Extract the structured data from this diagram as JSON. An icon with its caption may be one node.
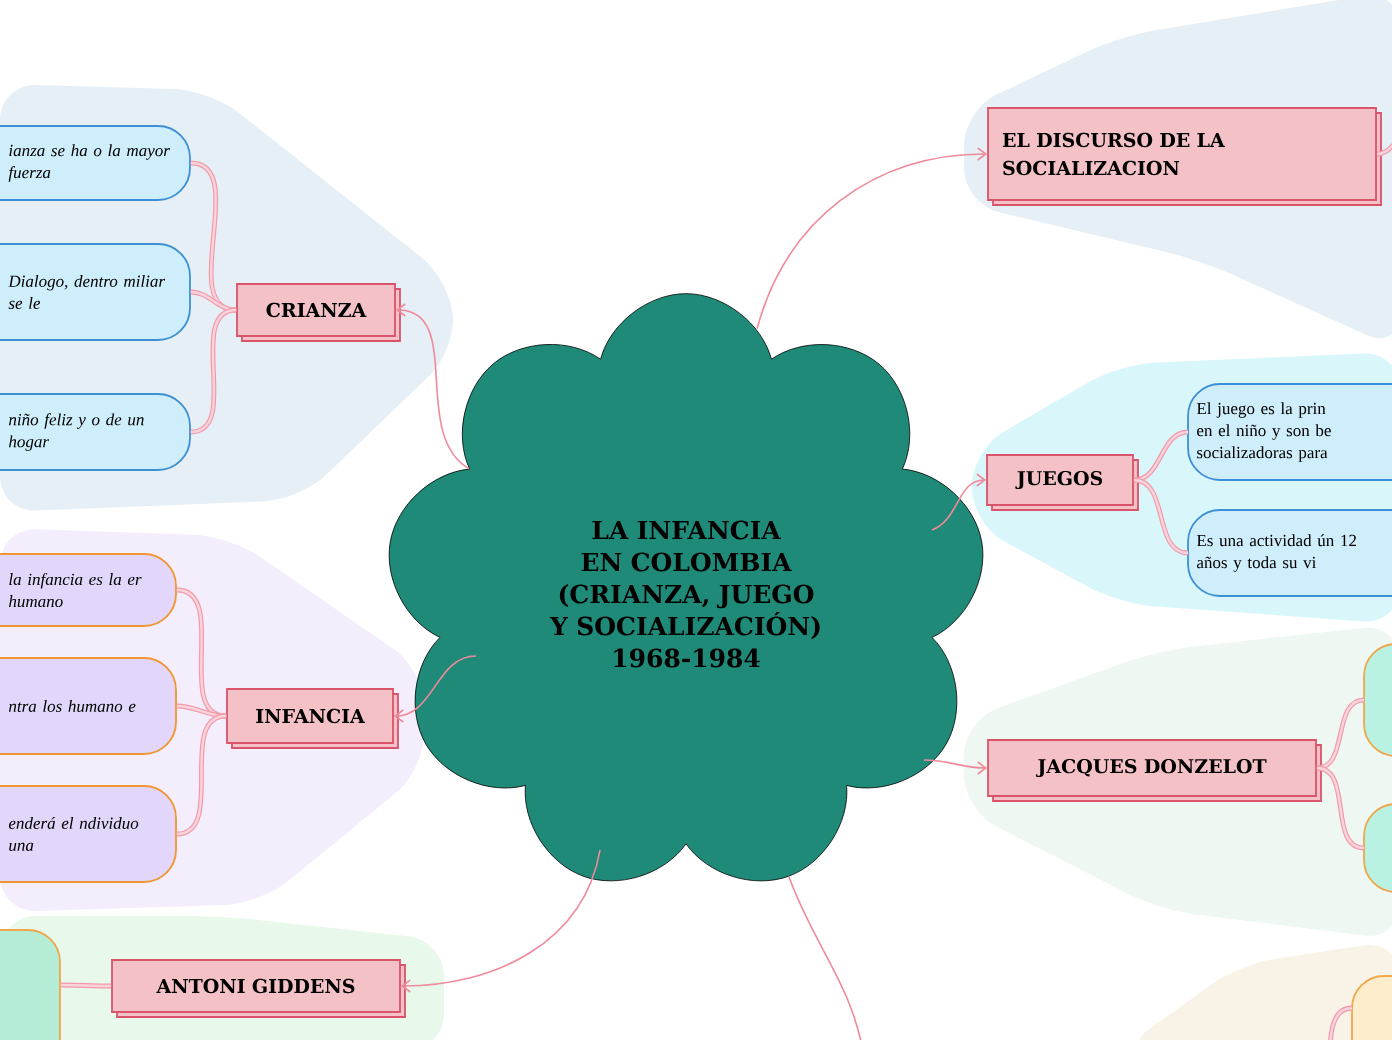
{
  "diagram": {
    "nodes": [
      {
        "text": [
          "LA INFANCIA EN COLOMBIA (CRIANZA, JUEGO Y SOCIALIZACIÓN) 1968-1984"
        ]
      },
      {
        "text": [
          "CRIANZA"
        ]
      },
      {
        "text": [
          "ianza se ha o la mayor fuerza"
        ]
      },
      {
        "text": [
          "Dialogo, dentro miliar se le"
        ]
      },
      {
        "text": [
          "niño feliz y o de un hogar"
        ]
      },
      {
        "text": [
          "INFANCIA"
        ]
      },
      {
        "text": [
          "la infancia es la er humano"
        ]
      },
      {
        "text": [
          "ntra los humano e"
        ]
      },
      {
        "text": [
          "enderá el ndividuo una"
        ]
      },
      {
        "text": [
          "ANTONI GIDDENS"
        ]
      },
      {
        "text": [],
        "shape": "box"
      },
      {
        "text": [
          "EL DISCURSO DE LA SOCIALIZACION"
        ]
      },
      {
        "text": [
          "JUEGOS"
        ]
      },
      {
        "text": [
          "El juego es la prin en el niño y son be socializadoras para"
        ]
      },
      {
        "text": [
          "Es una actividad ún 12 años y toda su vi"
        ]
      },
      {
        "text": [
          "JACQUES DONZELOT"
        ]
      },
      {
        "text": [],
        "shape": "box"
      },
      {
        "text": [],
        "shape": "box"
      },
      {
        "text": [],
        "shape": "box"
      }
    ],
    "edges": [
      {
        "from": 0,
        "to": 1,
        "arrow": "to"
      },
      {
        "from": 0,
        "to": 5,
        "arrow": "to"
      },
      {
        "from": 0,
        "to": 9,
        "arrow": "to"
      },
      {
        "from": 0,
        "to": 11,
        "arrow": "to"
      },
      {
        "from": 0,
        "to": 12,
        "arrow": "to"
      },
      {
        "from": 0,
        "to": 15,
        "arrow": "to"
      },
      {
        "from": 0,
        "to": null,
        "arrow": "none"
      },
      {
        "from": 1,
        "to": 2,
        "arrow": "none"
      },
      {
        "from": 1,
        "to": 3,
        "arrow": "none"
      },
      {
        "from": 1,
        "to": 4,
        "arrow": "none"
      },
      {
        "from": 5,
        "to": 6,
        "arrow": "none"
      },
      {
        "from": 5,
        "to": 7,
        "arrow": "none"
      },
      {
        "from": 5,
        "to": 8,
        "arrow": "none"
      },
      {
        "from": 9,
        "to": 10,
        "arrow": "none"
      },
      {
        "from": 11,
        "to": null,
        "arrow": "none"
      },
      {
        "from": 12,
        "to": 13,
        "arrow": "none"
      },
      {
        "from": 12,
        "to": 14,
        "arrow": "none"
      },
      {
        "from": 15,
        "to": 16,
        "arrow": "none"
      },
      {
        "from": 15,
        "to": 17,
        "arrow": "none"
      },
      {
        "from": null,
        "to": 18,
        "arrow": "none"
      }
    ]
  }
}
